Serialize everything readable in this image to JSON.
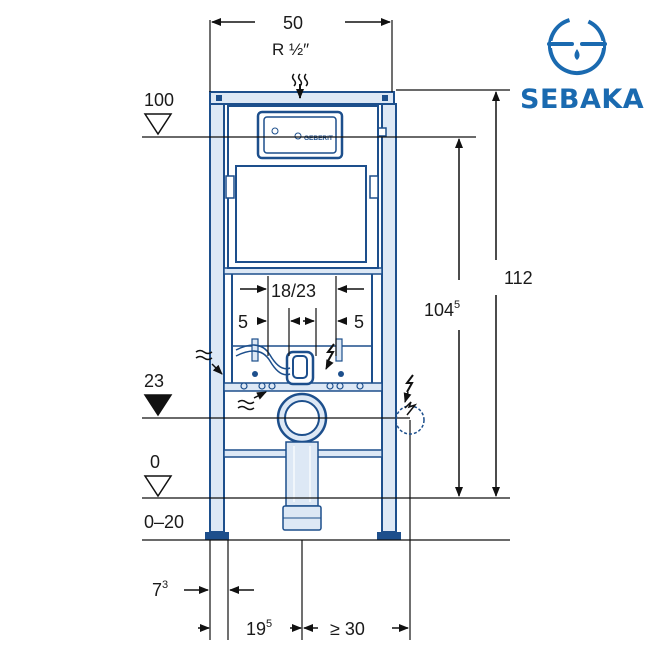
{
  "dimensions": {
    "width_top": "50",
    "thread": "R ½″",
    "inner_span": "18/23",
    "offset_left": "5",
    "offset_right": "5",
    "height_total": "112",
    "height_tank_main": "104",
    "height_tank_sup": "5",
    "level_100": "100",
    "level_23": "23",
    "level_0": "0",
    "range_floor": "0–20",
    "bottom_left_main": "7",
    "bottom_left_sup": "3",
    "bottom_mid_main": "19",
    "bottom_mid_sup": "5",
    "bottom_right": "≥ 30"
  },
  "logo": {
    "text": "SEBAKA",
    "plate": "GEBERIT"
  },
  "colors": {
    "blueprint": "#1d4f8c",
    "frame_fill": "#dde8f5",
    "ink": "#111111",
    "logo": "#1a6ab0"
  }
}
